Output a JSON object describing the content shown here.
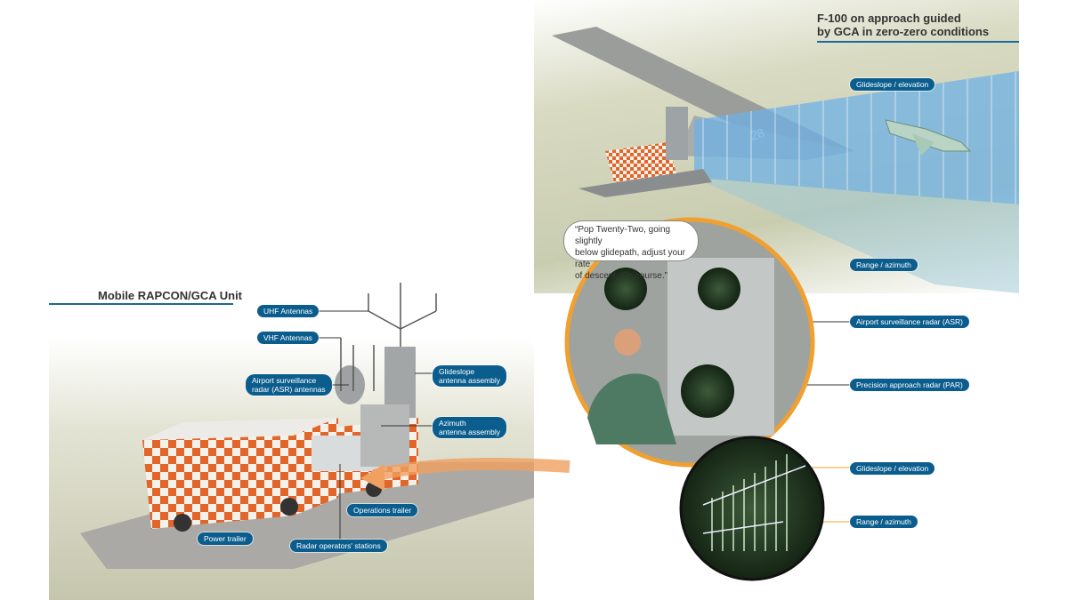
{
  "left_section": {
    "title": "Mobile RAPCON/GCA Unit",
    "labels": {
      "uhf": "UHF Antennas",
      "vhf": "VHF Antennas",
      "asr_line1": "Airport surveillance",
      "asr_line2": "radar (ASR) antennas",
      "glideslope_line1": "Glideslope",
      "glideslope_line2": "antenna assembly",
      "azimuth_line1": "Azimuth",
      "azimuth_line2": "antenna assembly",
      "operations_trailer": "Operations trailer",
      "radar_stations": "Radar operators' stations",
      "power_trailer": "Power trailer"
    }
  },
  "right_section": {
    "title_line1": "F-100 on approach guided",
    "title_line2": "by GCA in zero-zero conditions",
    "runway_number": "28",
    "labels": {
      "glideslope_top": "Glideslope / elevation",
      "range_top": "Range / azimuth",
      "asr": "Airport surveillance radar (ASR)",
      "par": "Precision approach radar (PAR)",
      "glideslope_scope": "Glideslope / elevation",
      "range_scope": "Range / azimuth"
    },
    "quote_line1": "“Pop Twenty-Two, going slightly",
    "quote_line2": "below glidepath, adjust your rate",
    "quote_line3": "of descent. On course.”"
  },
  "colors": {
    "label_blue": "#0b5d8e",
    "checker_orange": "#e2662a",
    "ring_orange": "#f0a030",
    "scope_green": "#1f3a22"
  }
}
